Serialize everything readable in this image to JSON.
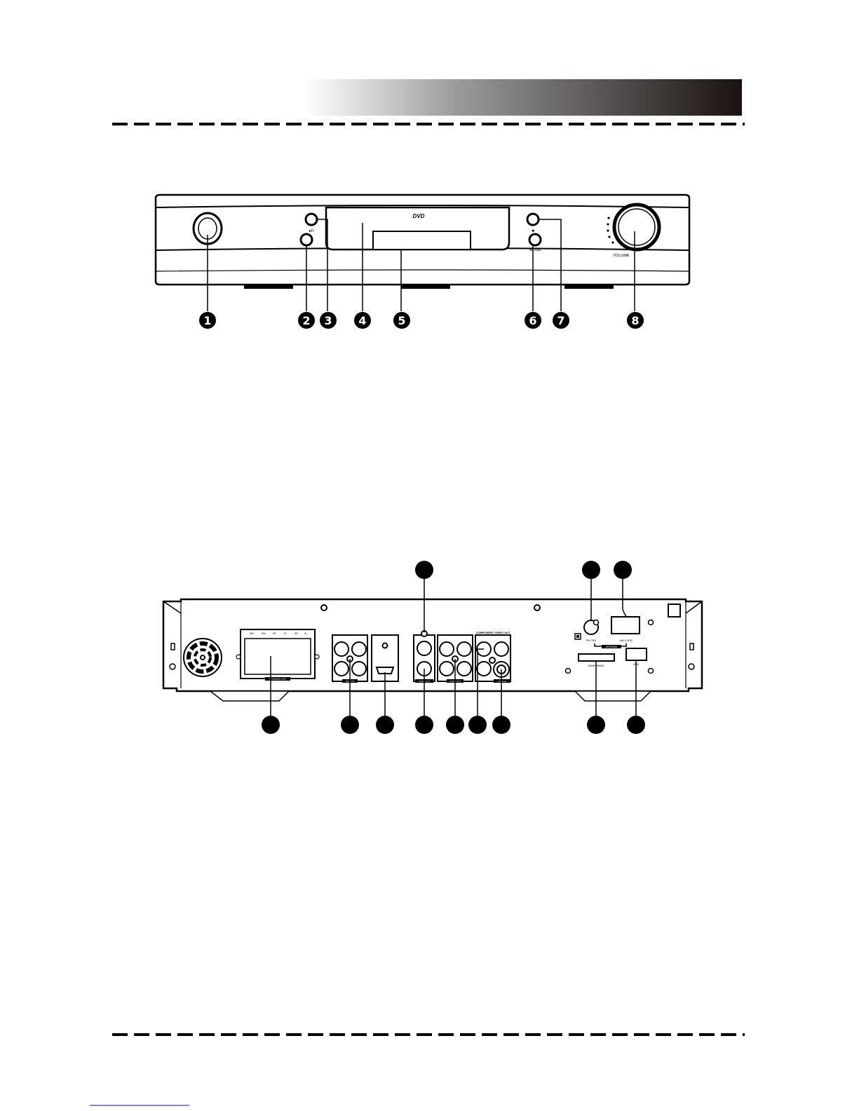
{
  "header": {
    "title": ""
  },
  "front_panel": {
    "labels": {
      "dvd_logo": "DVD",
      "play_pause": "▸II",
      "stop": "■",
      "mode": "MODE",
      "volume": "VOLUME"
    },
    "callouts": [
      "1",
      "2",
      "3",
      "4",
      "5",
      "6",
      "7",
      "8"
    ]
  },
  "rear_panel": {
    "labels": {
      "speaker_out": "SPEAKER OUT",
      "speaker_channels": [
        "SW",
        "SW-",
        "FR",
        "FL",
        "SR",
        "SL"
      ],
      "aux_in": "AUX IN",
      "hdmi": "HDMI",
      "video_out": "VIDEO OUT",
      "audio_out": "AUDIO OUT",
      "component_video_out": "COMPONENT VIDEO OUT",
      "coaxial": "COAXIAL",
      "fm": "FM 75Ω",
      "am": "AM LOOP",
      "antenna": "ANTENNA",
      "card": "SD/MS/MMC",
      "usb": "USB"
    },
    "callouts": [
      "",
      "",
      "",
      "",
      "",
      "",
      "",
      "",
      "",
      "",
      "",
      "",
      ""
    ]
  },
  "footer": {
    "link_text": ""
  },
  "colors": {
    "ink": "#000000",
    "paper": "#ffffff",
    "gradient_dark": "#1a1210"
  }
}
